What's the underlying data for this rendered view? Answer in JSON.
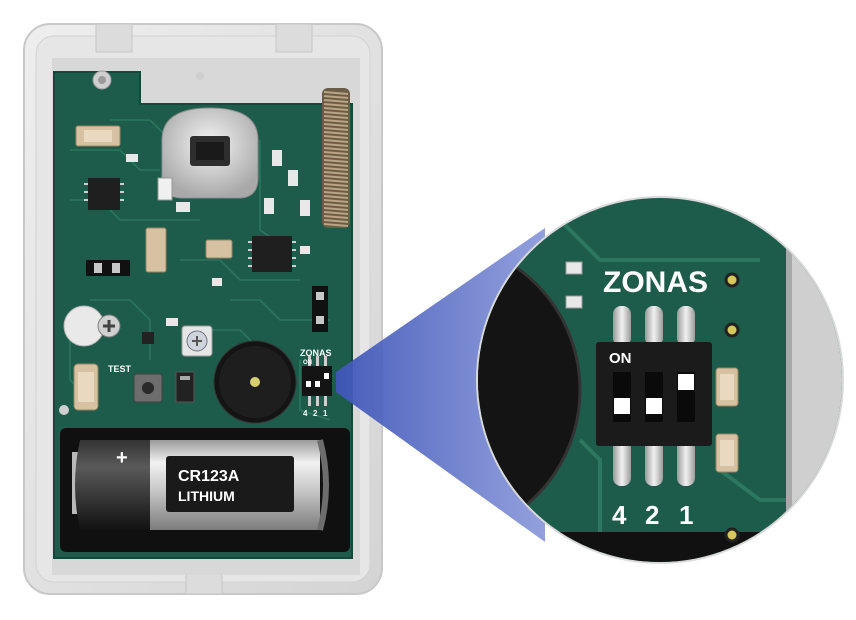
{
  "board": {
    "test_label": "TEST",
    "zonas_label": "ZONAS",
    "on_label": "ON",
    "dip_numbers": [
      "4",
      "2",
      "1"
    ]
  },
  "battery": {
    "plus_sign": "+",
    "model": "CR123A",
    "chemistry": "LITHIUM"
  },
  "zoom": {
    "zonas_label": "ZONAS",
    "on_label": "ON",
    "dip_numbers": [
      "4",
      "2",
      "1"
    ]
  },
  "colors": {
    "pcb": "#1d5c4a",
    "case": "#e2e2e2",
    "zoom_cone": "#5a6fc0",
    "switch_block": "#1b1b1b"
  }
}
